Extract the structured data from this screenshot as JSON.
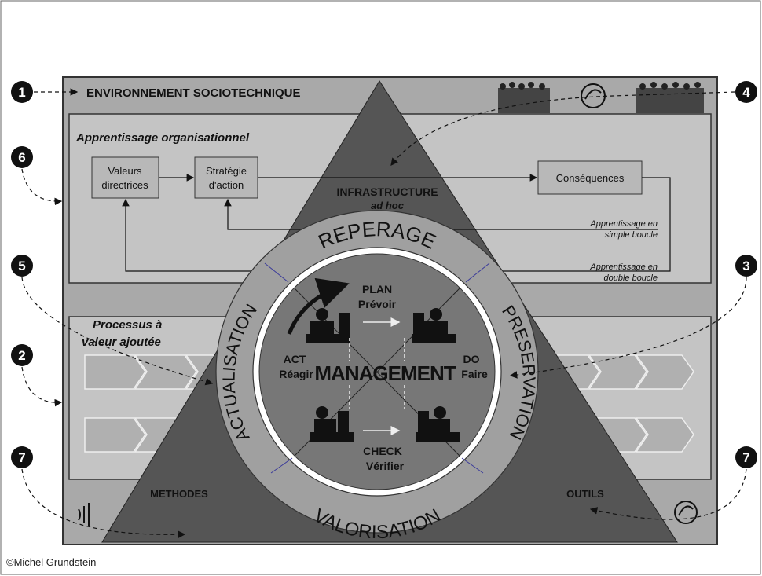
{
  "numbers": {
    "n1": "1",
    "n2": "2",
    "n3": "3",
    "n4": "4",
    "n5": "5",
    "n6": "6",
    "n7a": "7",
    "n7b": "7"
  },
  "env_title": "ENVIRONNEMENT SOCIOTECHNIQUE",
  "learning_title": "Apprentissage organisationnel",
  "values_box": {
    "line1": "Valeurs",
    "line2": "directrices"
  },
  "strategy_box": {
    "line1": "Stratégie",
    "line2": "d'action"
  },
  "consequences_box": "Conséquences",
  "infra": {
    "line1": "INFRASTRUCTURE",
    "line2": "ad hoc"
  },
  "simple_loop": {
    "line1": "Apprentissage en",
    "line2": "simple boucle"
  },
  "double_loop": {
    "line1": "Apprentissage en",
    "line2": "double boucle"
  },
  "process_title": {
    "line1": "Processus à",
    "line2": "valeur ajoutée"
  },
  "ring": {
    "top": "REPERAGE",
    "left": "ACTUALISATION",
    "right": "PRESERVATION",
    "bottom": "VALORISATION"
  },
  "pdca": {
    "plan": "PLAN",
    "plan_fr": "Prévoir",
    "do": "DO",
    "do_fr": "Faire",
    "check": "CHECK",
    "check_fr": "Vérifier",
    "act": "ACT",
    "act_fr": "Réagir",
    "center": "MANAGEMENT"
  },
  "corners": {
    "left": "METHODES",
    "right": "OUTILS"
  },
  "copyright": "©Michel Grundstein",
  "colors": {
    "frame": "#a9a9a9",
    "panel": "#c4c4c4",
    "box": "#b8b8b8",
    "triangle": "#555555",
    "ring": "#a0a0a0",
    "circle": "#777777",
    "arrowbox": "#b0b0b0"
  }
}
